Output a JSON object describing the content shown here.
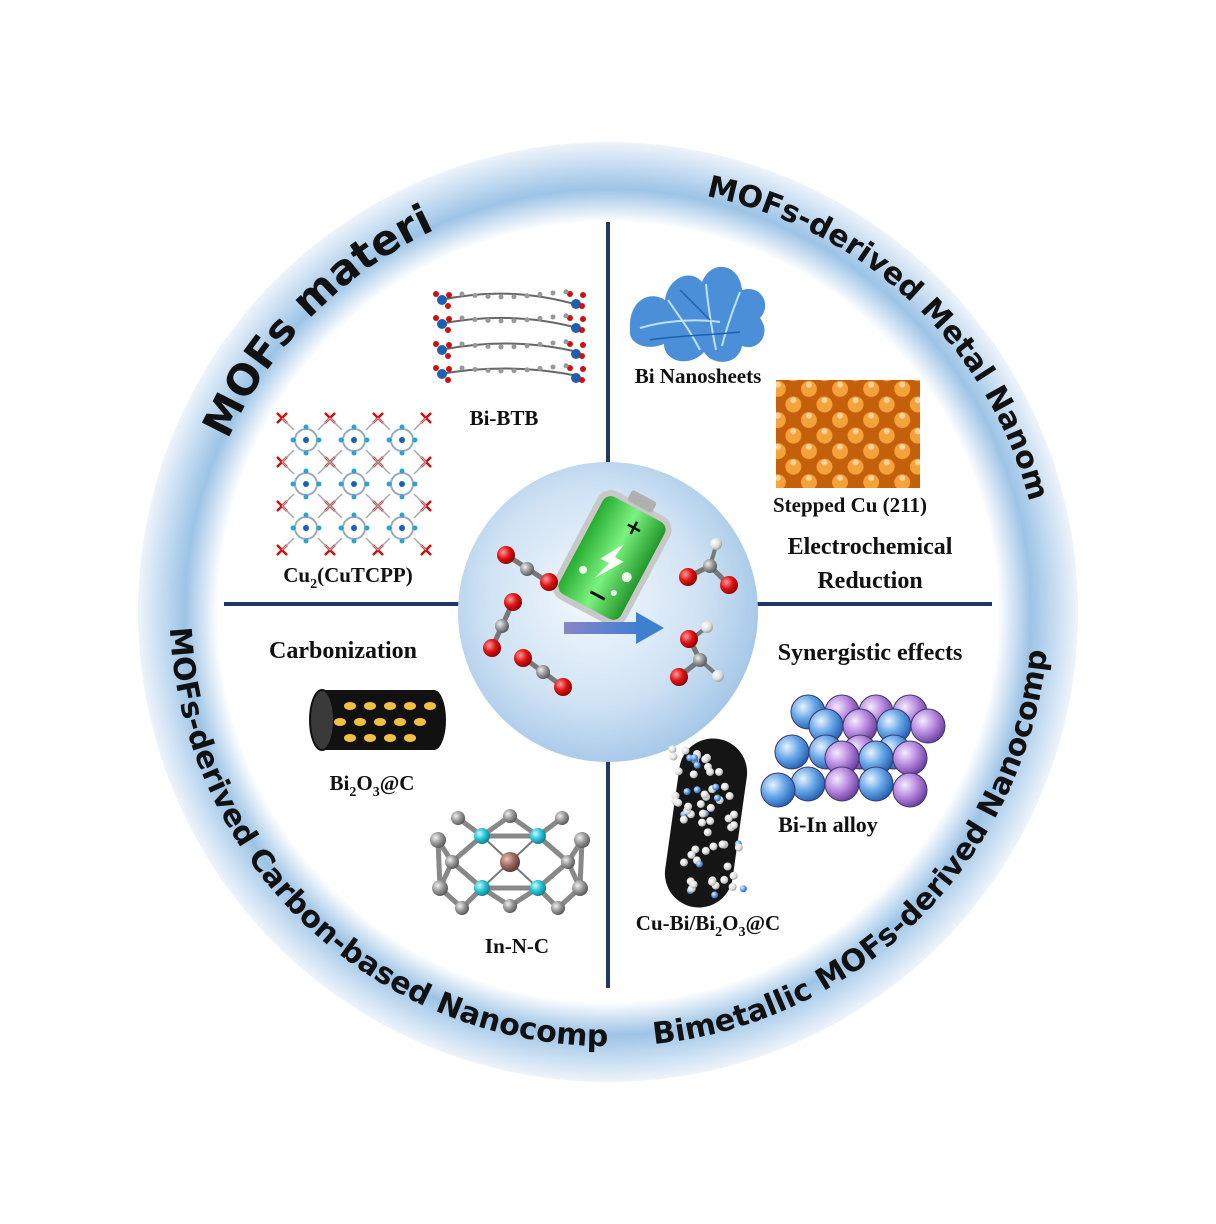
{
  "ring_titles": {
    "top_left": "MOFs materials",
    "top_right": "MOFs-derived Metal Nanomaterials",
    "bottom_left": "MOFs-derived Carbon-based Nanocomposites",
    "bottom_right": "Bimetallic MOFs-derived Nanocomposites"
  },
  "labels": {
    "bi_btb": "Bi-BTB",
    "cu2_pre": "Cu",
    "cu2_sub": "2",
    "cu2_post": "(CuTCPP)",
    "bi_nanosheets": "Bi Nanosheets",
    "stepped_cu": "Stepped Cu (211)",
    "electrochemical": "Electrochemical",
    "reduction": "Reduction",
    "carbonization": "Carbonization",
    "bi2o3c_a": "Bi",
    "bi2o3c_s1": "2",
    "bi2o3c_b": "O",
    "bi2o3c_s2": "3",
    "bi2o3c_c": "@C",
    "in_n_c": "In-N-C",
    "synergistic": "Synergistic effects",
    "bi_in_alloy": "Bi-In alloy",
    "cubi_a": "Cu-Bi/Bi",
    "cubi_s1": "2",
    "cubi_b": "O",
    "cubi_s2": "3",
    "cubi_c": "@C"
  },
  "colors": {
    "ring_light": "#eef4fb",
    "ring_mid": "#9cc3e6",
    "divider": "#1f3864",
    "copper": "#f08a1c",
    "bismuth_blue": "#2f7bd6",
    "indium_purple": "#9b6cc8",
    "oxygen": "#d01010",
    "carbon": "#8a8a8a",
    "nitrogen": "#29c4d6",
    "battery_green": "#3fd64a"
  }
}
